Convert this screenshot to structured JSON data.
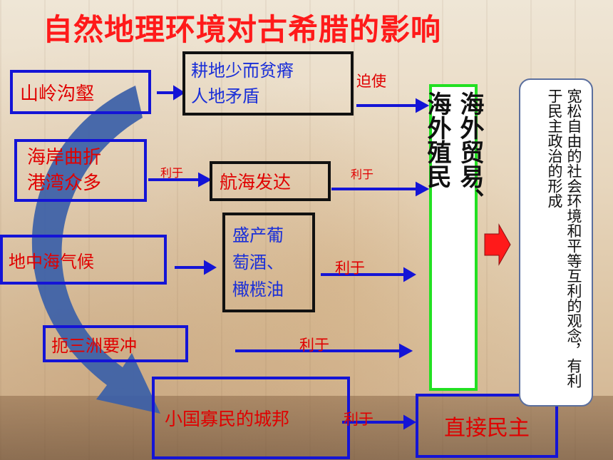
{
  "title": "自然地理环境对古希腊的影响",
  "nodes": {
    "mountains": "山岭沟壑",
    "coast": "海岸曲折\n港湾众多",
    "climate": "地中海气候",
    "crossroads": "扼三洲要冲",
    "farmland": "耕地少而贫瘠\n人地矛盾",
    "navigation": "航海发达",
    "products": "盛产葡\n萄酒、\n橄榄油",
    "trade": "海外贸易、\n海外殖民",
    "citystate": "小国寡民的城邦",
    "democracy": "直接民主",
    "result": "宽松自由的社会环境和平等互利的观念，有利于民主政治的形成"
  },
  "labels": {
    "forced": "迫使",
    "benefit1": "利于",
    "benefit2": "利于",
    "benefit3": "利于",
    "benefit4": "利于",
    "benefit5": "利于"
  },
  "colors": {
    "title": "#ff1a1a",
    "box_border_blue": "#1414d6",
    "arrow_blue": "#1414d6",
    "accent_green": "#22e022",
    "big_arrow": "#3b5fa8",
    "red_arrow": "#ff1a1a"
  }
}
